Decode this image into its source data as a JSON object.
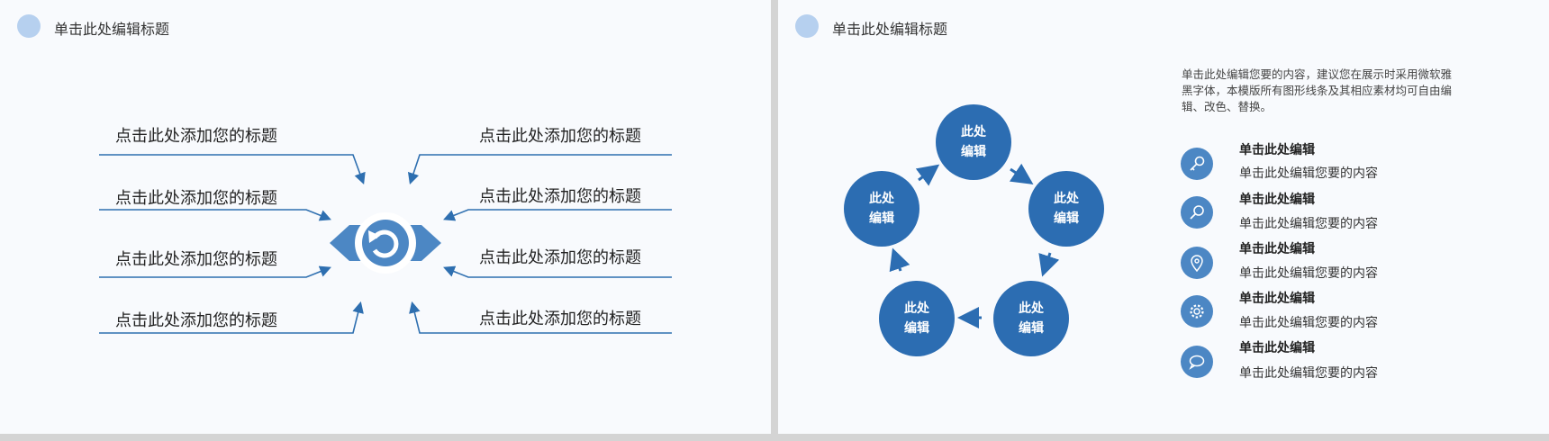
{
  "left_slide": {
    "title": "单击此处编辑标题",
    "labels": [
      "点击此处添加您的标题",
      "点击此处添加您的标题",
      "点击此处添加您的标题",
      "点击此处添加您的标题",
      "点击此处添加您的标题",
      "点击此处添加您的标题",
      "点击此处添加您的标题",
      "点击此处添加您的标题"
    ],
    "center_icon": "refresh-cycle-icon"
  },
  "right_slide": {
    "title": "单击此处编辑标题",
    "cycle_nodes": [
      {
        "line1": "此处",
        "line2": "编辑"
      },
      {
        "line1": "此处",
        "line2": "编辑"
      },
      {
        "line1": "此处",
        "line2": "编辑"
      },
      {
        "line1": "此处",
        "line2": "编辑"
      },
      {
        "line1": "此处",
        "line2": "编辑"
      }
    ],
    "description": "单击此处编辑您要的内容，建议您在展示时采用微软雅黑字体，本模版所有图形线条及其相应素材均可自由编辑、改色、替换。",
    "items": [
      {
        "icon": "key-icon",
        "title": "单击此处编辑",
        "text": "单击此处编辑您要的内容"
      },
      {
        "icon": "magnifier-icon",
        "title": "单击此处编辑",
        "text": "单击此处编辑您要的内容"
      },
      {
        "icon": "location-pin-icon",
        "title": "单击此处编辑",
        "text": "单击此处编辑您要的内容"
      },
      {
        "icon": "gear-icon",
        "title": "单击此处编辑",
        "text": "单击此处编辑您要的内容"
      },
      {
        "icon": "speech-bubble-icon",
        "title": "单击此处编辑",
        "text": "单击此处编辑您要的内容"
      }
    ]
  },
  "colors": {
    "primary": "#2c6db2",
    "accent_light": "#b6d0ef",
    "icon_bg": "#4c87c4",
    "line": "#2e6fb0"
  }
}
